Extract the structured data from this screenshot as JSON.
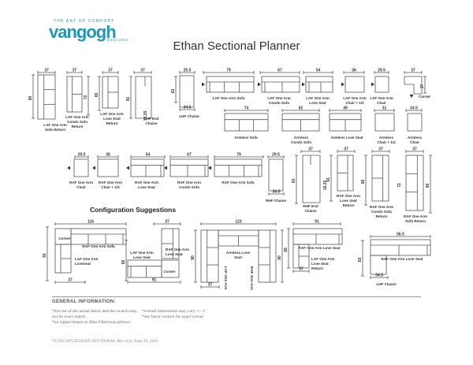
{
  "header": {
    "tagline": "THE ART OF COMFORT",
    "brand": "vangogh",
    "brand_sub": "DESIGNS",
    "title": "Ethan Sectional Planner"
  },
  "row1": {
    "dims": [
      "37",
      "37",
      "37",
      "37",
      "25.5",
      "79",
      "67",
      "54",
      "36",
      "29.5",
      "37"
    ],
    "side_dims": [
      "90",
      "72",
      "65",
      "91",
      "63",
      "37"
    ],
    "small_dims": [
      "34.5",
      "18.25"
    ],
    "labels": [
      [
        "LAF One Arm",
        "Sofa Return"
      ],
      [
        "LAF One Arm",
        "Condo Sofa",
        "Return"
      ],
      [
        "LAF One Arm",
        "Love Seat",
        "Return"
      ],
      [
        "LHF End",
        "Chaise"
      ],
      [
        "LHF Chaise"
      ],
      [
        "LAF One Arm Sofa"
      ],
      [
        "LAF One Arm",
        "Condo Sofa"
      ],
      [
        "LAF One Arm",
        "Love Seat"
      ],
      [
        "LAF One Arm",
        "Chair + 1/2"
      ],
      [
        "LAF One Arm",
        "Chair"
      ],
      [
        "Corner"
      ]
    ]
  },
  "row2": {
    "dims": [
      "74",
      "62",
      "49",
      "31",
      "24.5"
    ],
    "labels": [
      "Armless Sofa",
      [
        "Armless",
        "Condo Sofa"
      ],
      "Armless Love Seat",
      [
        "Armless",
        "Chair + 1/2"
      ],
      [
        "Armless",
        "Chair"
      ]
    ]
  },
  "row3": {
    "dims": [
      "29.5",
      "36",
      "54",
      "67",
      "79",
      "29.5",
      "37",
      "37",
      "37",
      "37"
    ],
    "side_dims": [
      "63",
      "91",
      "65",
      "72",
      "90"
    ],
    "small_dims": [
      "34.5",
      "18.25"
    ],
    "labels": [
      [
        "RAF One Arm",
        "Chair"
      ],
      [
        "RAF One Arm",
        "Chair + 1/2"
      ],
      [
        "RAF One Arm",
        "Love Seat"
      ],
      [
        "RAF One Arm",
        "Condo Sofa"
      ],
      [
        "RAF One Arm Sofa"
      ],
      [
        "RHF Chaise"
      ],
      [
        "RHF End",
        "Chaise"
      ],
      [
        "RAF One Arm",
        "Love Seat",
        "Return"
      ],
      [
        "RAF One Arm",
        "Condo Sofa",
        "Return"
      ],
      [
        "RAF One Arm",
        "Sofa Return"
      ]
    ]
  },
  "config": {
    "title": "Configuration Suggestions",
    "c1": {
      "top": "116",
      "left": "91",
      "bottom": "37",
      "top_lbl": "RAF One Arm Sofa",
      "corner": "Corner",
      "side_lbl": [
        "LAF One Arm",
        "Loveseat"
      ]
    },
    "c2": {
      "top": "37",
      "left": "65",
      "bottom": "91",
      "lbl1": [
        "RAF One Arm",
        "Love Seat"
      ],
      "lbl2": [
        "LAF One Arm",
        "Love Seat"
      ],
      "corner": "Corner"
    },
    "c3": {
      "top": "123",
      "left": "90",
      "right": "90",
      "bottom": "37",
      "lbl_l": [
        "LAF One Arm",
        "Sofa Return"
      ],
      "lbl_c": [
        "Armless Love",
        "Seat"
      ],
      "lbl_r": [
        "RAF One Arm",
        "Sofa Return"
      ]
    },
    "c4": {
      "top": "91",
      "left": "65",
      "bottom": "37",
      "lbl_top": "RAF One Arm Love Seat",
      "lbl_side": [
        "LAF One Arm",
        "Love Seat",
        "Return"
      ]
    },
    "c5": {
      "top": "56.5",
      "left": "63",
      "bottom": "34.5",
      "lbl_top": "RAF One Arm Love Seat",
      "lbl_bottom": "LHF Chaise"
    }
  },
  "info": {
    "heading": "GENERAL INFORMATION:",
    "notes_left": [
      "*dye-lot of the actual fabric and the swatch may",
      "  not be exact match",
      "*no zipper/inserts in fibre filled toss pillows"
    ],
    "notes_right": [
      "*overall dimensions may vary +/- 1\"",
      "*see fabric swatch for exact colour"
    ]
  },
  "footer": "VGD/CATG/ETHAN SECTIONAL Rev.1(a), Sept 29, 2021"
}
